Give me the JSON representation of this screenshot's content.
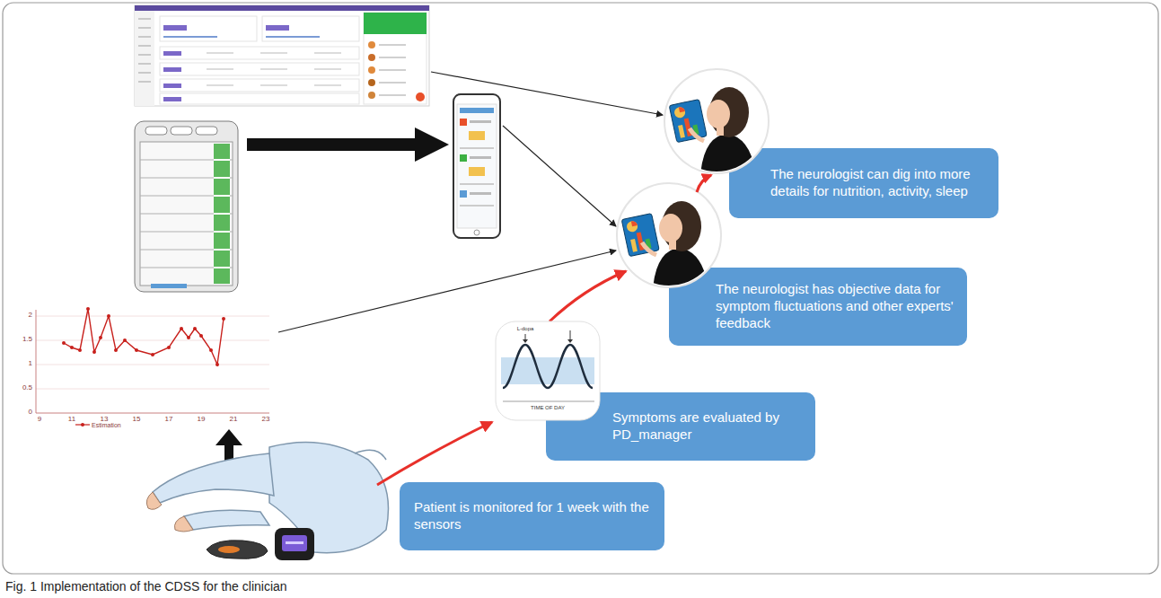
{
  "diagram": {
    "caption": "Fig. 1 Implementation of the CDSS for the clinician",
    "nodes": [
      {
        "text": [
          "The neurologist can dig into more details for nutrition, activity, sleep"
        ]
      },
      {
        "text": [
          "The neurologist has objective data for symptom fluctuations and other experts' feedback"
        ]
      },
      {
        "text": [
          "Symptoms are evaluated by PD_manager"
        ]
      },
      {
        "text": [
          "Patient is monitored for 1 week with the sensors"
        ]
      }
    ],
    "labels": [
      "2",
      "1.5",
      "1",
      "0.5",
      "0",
      "9",
      "11",
      "13",
      "15",
      "17",
      "19",
      "21",
      "23",
      "L-dopa",
      "TIME OF DAY"
    ],
    "legend": [
      {
        "text": "Estimation"
      }
    ]
  }
}
